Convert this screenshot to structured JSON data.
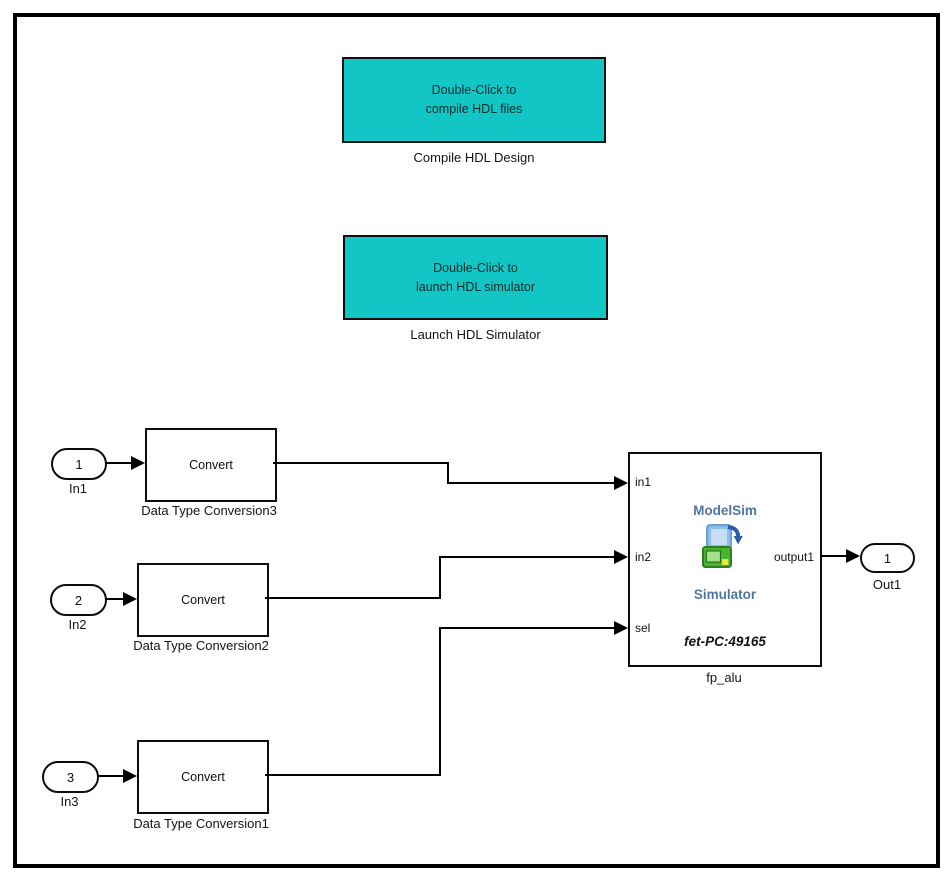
{
  "model": {
    "annotations": {
      "compile": {
        "text_line1": "Double-Click to",
        "text_line2": "compile HDL files",
        "name": "Compile HDL Design"
      },
      "launch": {
        "text_line1": "Double-Click to",
        "text_line2": "launch HDL simulator",
        "name": "Launch HDL Simulator"
      }
    },
    "inports": [
      {
        "port_number": "1",
        "name": "In1"
      },
      {
        "port_number": "2",
        "name": "In2"
      },
      {
        "port_number": "3",
        "name": "In3"
      }
    ],
    "conversions": [
      {
        "text": "Convert",
        "name": "Data Type Conversion3"
      },
      {
        "text": "Convert",
        "name": "Data Type Conversion2"
      },
      {
        "text": "Convert",
        "name": "Data Type Conversion1"
      }
    ],
    "hdl_cosim": {
      "vendor": "ModelSim",
      "role": "Simulator",
      "host": "fet-PC:49165",
      "name": "fp_alu",
      "input_ports": [
        "in1",
        "in2",
        "sel"
      ],
      "output_port": "output1",
      "icon": "modelsim-cosim-icon"
    },
    "outport": {
      "port_number": "1",
      "name": "Out1"
    },
    "colors": {
      "annotation_fill": "#12c6c6",
      "modelsim_text": "#4f76a0",
      "wire": "#000000",
      "background": "#ffffff"
    }
  }
}
